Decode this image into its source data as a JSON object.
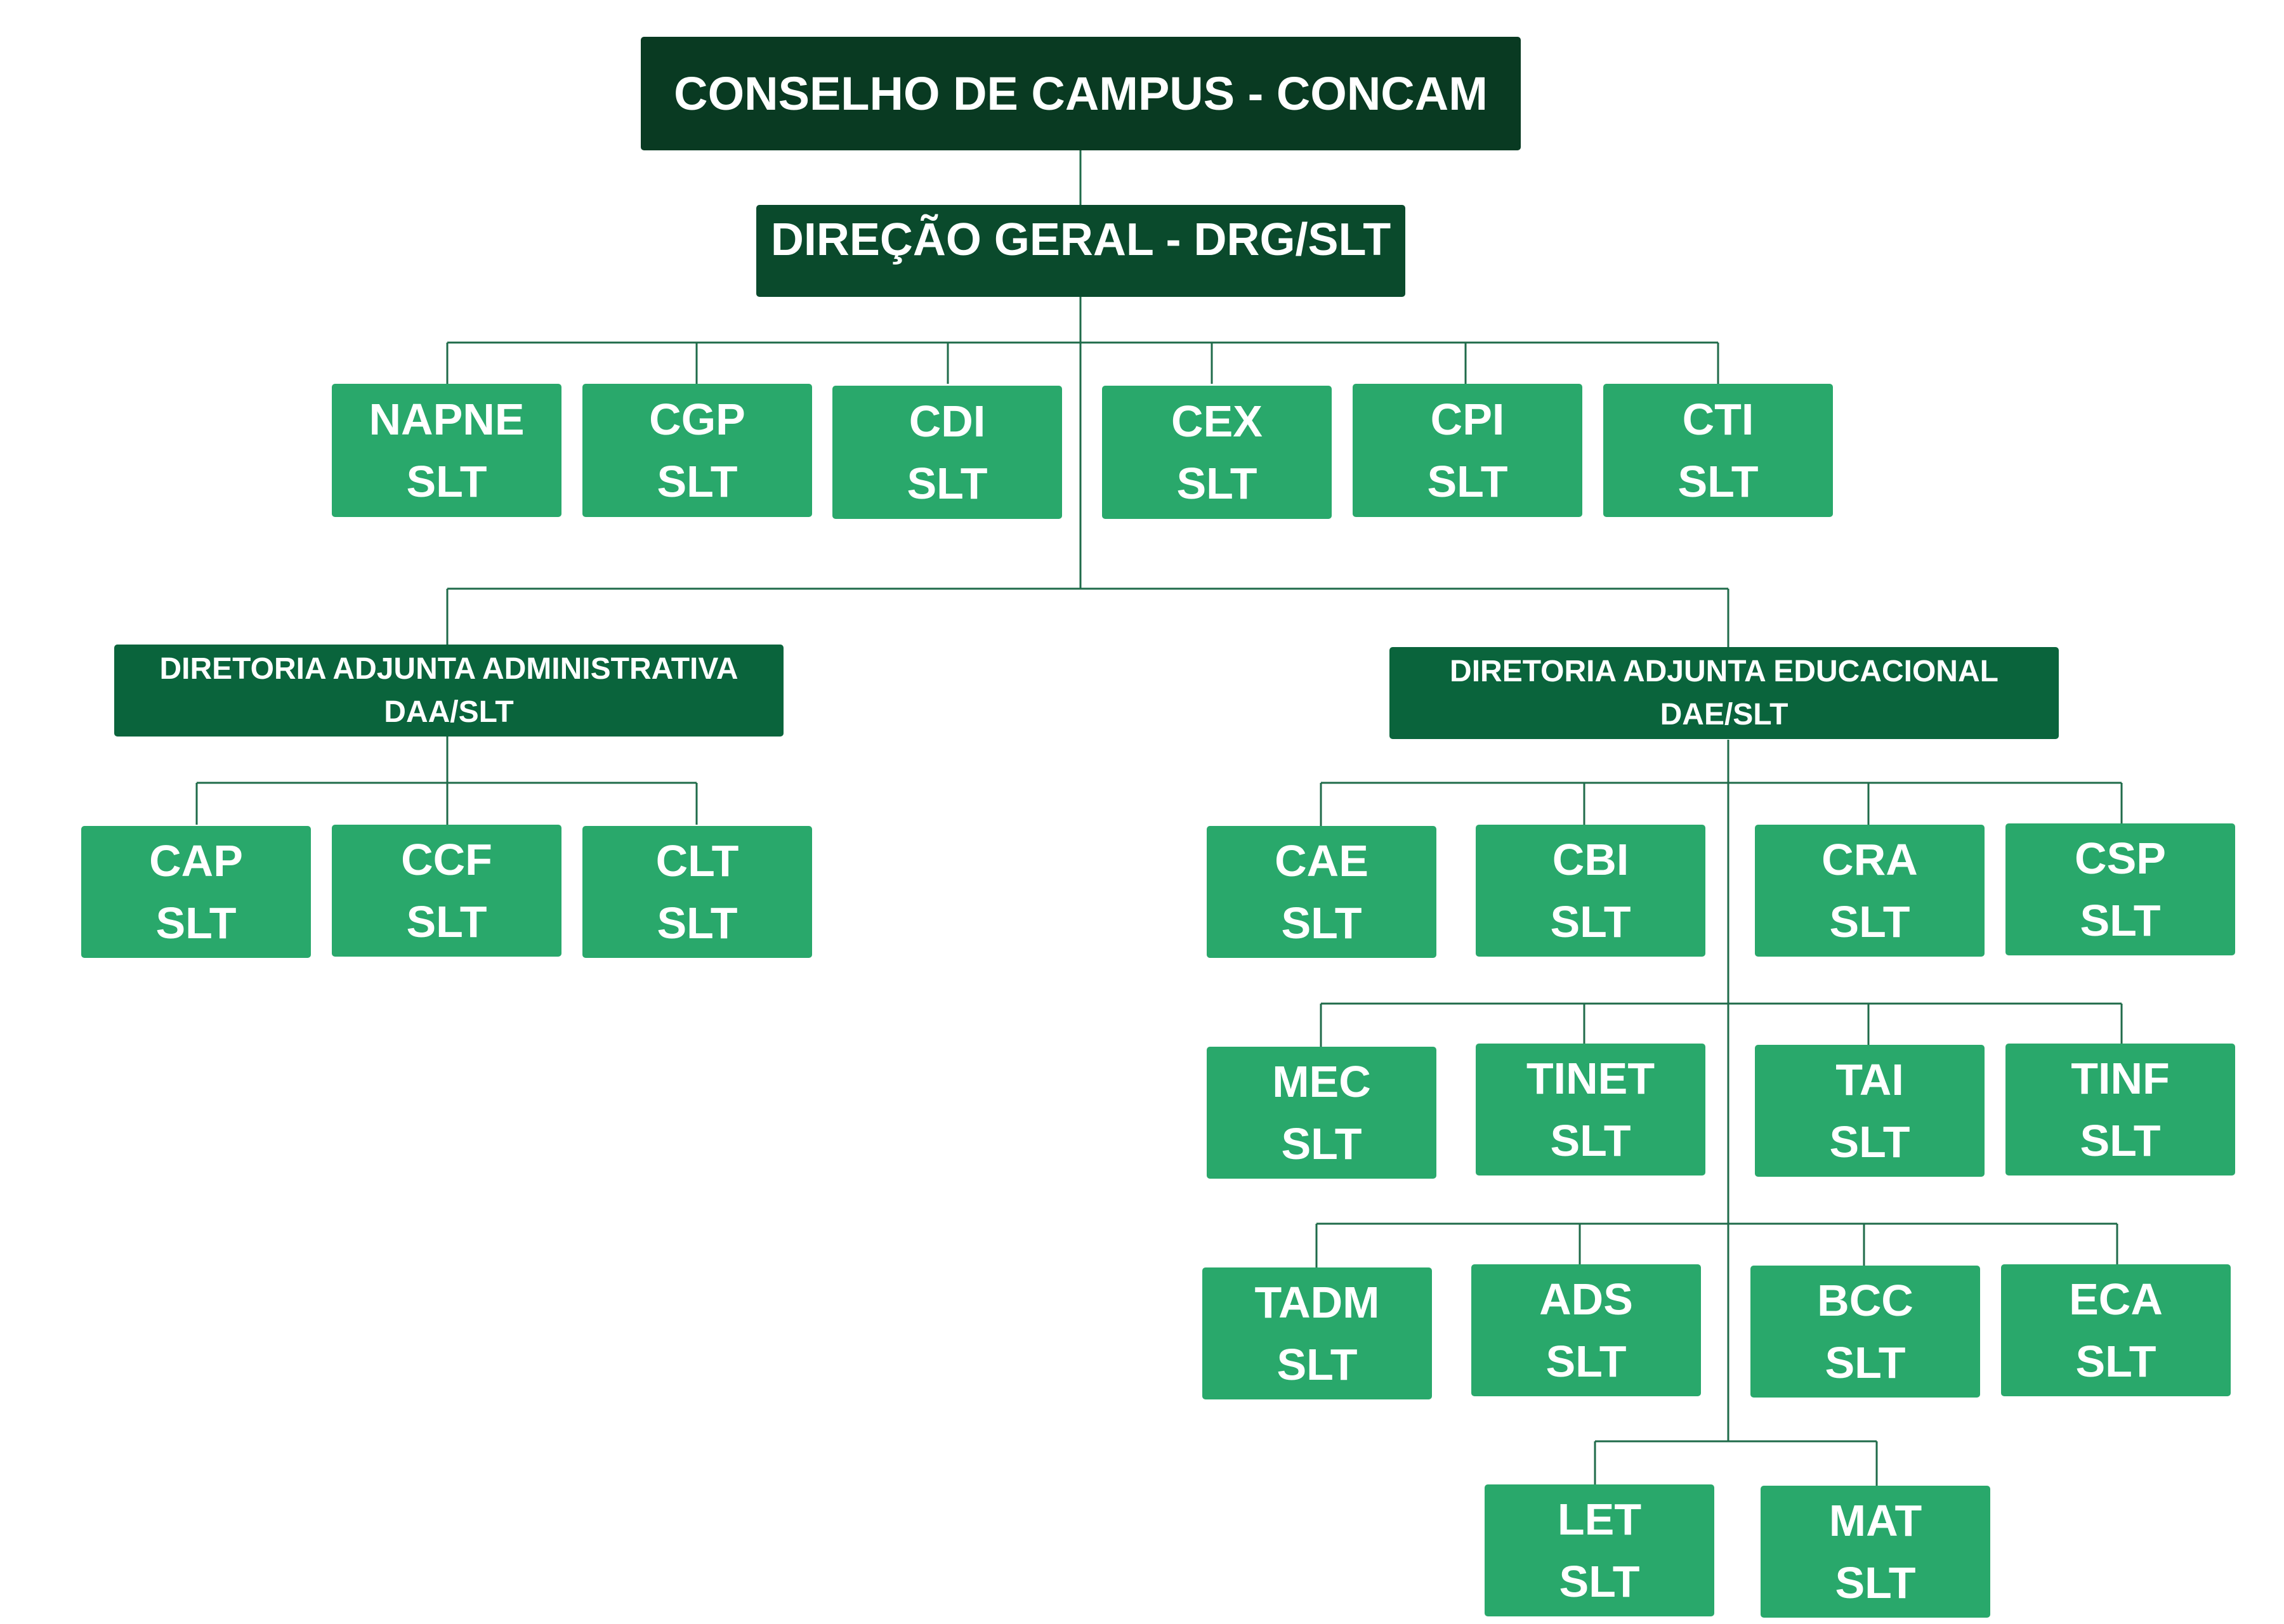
{
  "root": {
    "label": "CONSELHO DE CAMPUS - CONCAM"
  },
  "direction": {
    "label": "DIREÇÃO GERAL - DRG/SLT"
  },
  "direct_units": [
    {
      "name": "NAPNE",
      "code": "SLT"
    },
    {
      "name": "CGP",
      "code": "SLT"
    },
    {
      "name": "CDI",
      "code": "SLT"
    },
    {
      "name": "CEX",
      "code": "SLT"
    },
    {
      "name": "CPI",
      "code": "SLT"
    },
    {
      "name": "CTI",
      "code": "SLT"
    }
  ],
  "admin": {
    "title": "DIRETORIA ADJUNTA ADMINISTRATIVA",
    "code": "DAA/SLT",
    "units": [
      {
        "name": "CAP",
        "code": "SLT"
      },
      {
        "name": "CCF",
        "code": "SLT"
      },
      {
        "name": "CLT",
        "code": "SLT"
      }
    ]
  },
  "edu": {
    "title": "DIRETORIA ADJUNTA EDUCACIONAL",
    "code": "DAE/SLT",
    "units": [
      {
        "name": "CAE",
        "code": "SLT"
      },
      {
        "name": "CBI",
        "code": "SLT"
      },
      {
        "name": "CRA",
        "code": "SLT"
      },
      {
        "name": "CSP",
        "code": "SLT"
      },
      {
        "name": "MEC",
        "code": "SLT"
      },
      {
        "name": "TINET",
        "code": "SLT"
      },
      {
        "name": "TAI",
        "code": "SLT"
      },
      {
        "name": "TINF",
        "code": "SLT"
      },
      {
        "name": "TADM",
        "code": "SLT"
      },
      {
        "name": "ADS",
        "code": "SLT"
      },
      {
        "name": "BCC",
        "code": "SLT"
      },
      {
        "name": "ECA",
        "code": "SLT"
      },
      {
        "name": "LET",
        "code": "SLT"
      },
      {
        "name": "MAT",
        "code": "SLT"
      }
    ]
  }
}
